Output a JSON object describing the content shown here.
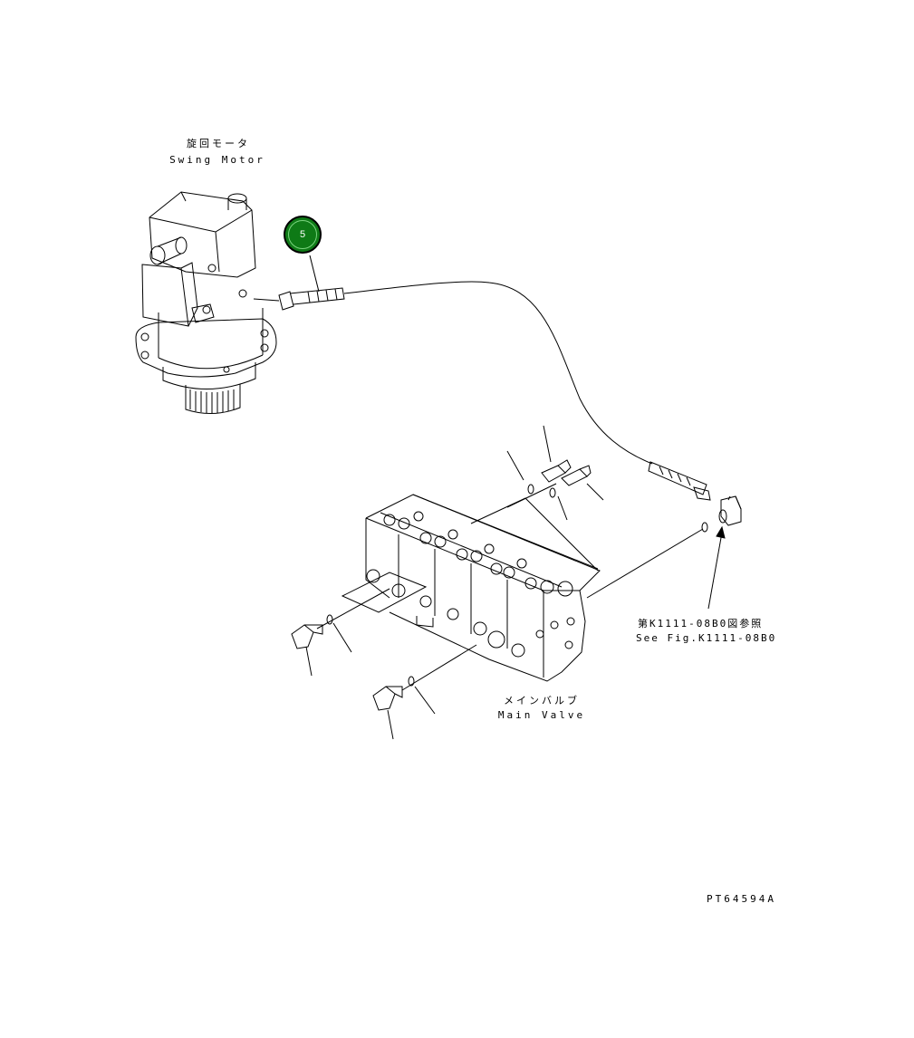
{
  "swing_motor": {
    "jp": "旋回モータ",
    "en": "Swing Motor"
  },
  "main_valve": {
    "jp": "メインバルブ",
    "en": "Main Valve"
  },
  "reference": {
    "jp": "第K1111-08B0図参照",
    "en": "See Fig.K1111-08B0"
  },
  "callout": {
    "number": "5",
    "color": "#0e7a16"
  },
  "drawing_code": "PT64594A"
}
